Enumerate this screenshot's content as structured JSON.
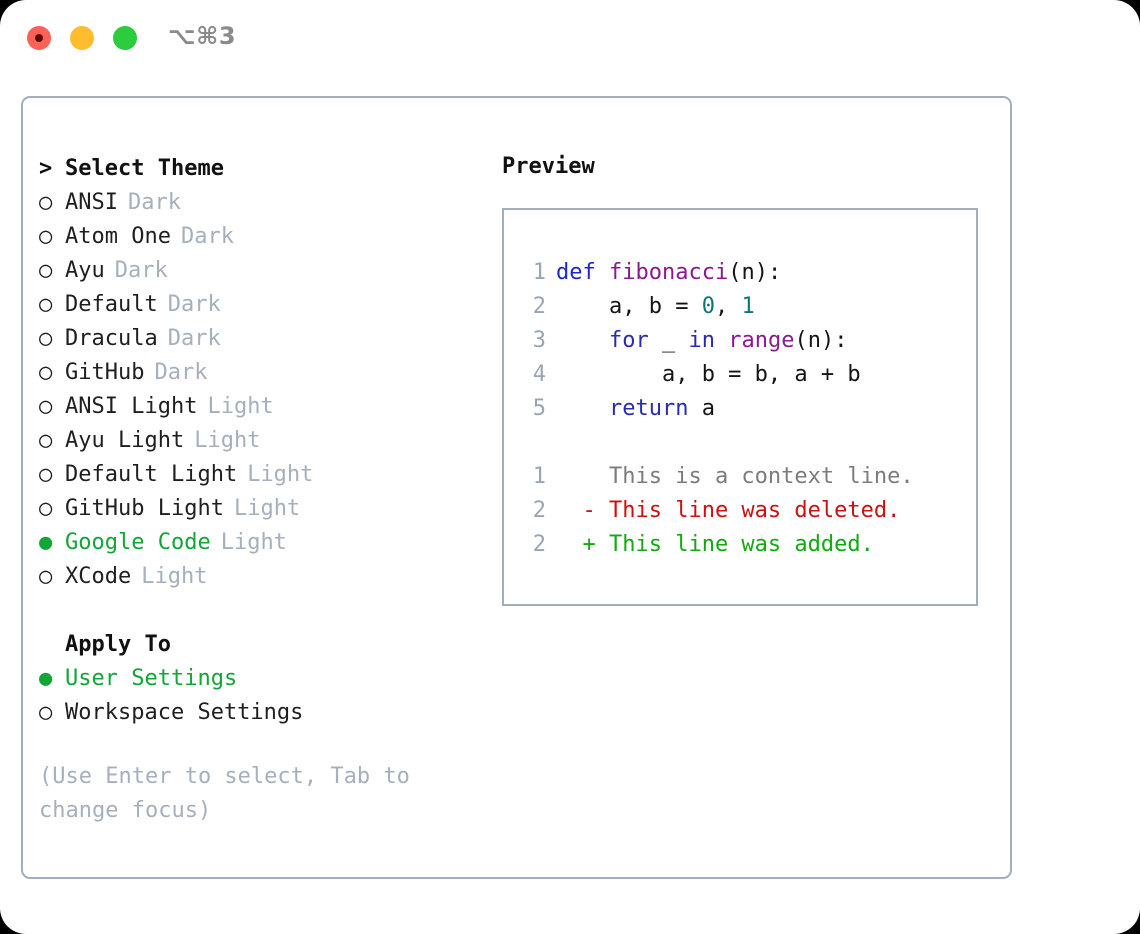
{
  "titlebar": {
    "shortcut": "⌥⌘3",
    "lights": [
      {
        "name": "close",
        "color": "#ff6058"
      },
      {
        "name": "minimize",
        "color": "#ffbd2e"
      },
      {
        "name": "maximize",
        "color": "#2bcc3e"
      }
    ]
  },
  "theme_picker": {
    "caret": ">",
    "header": "Select Theme",
    "bullet_unselected": "○",
    "bullet_selected": "●",
    "items": [
      {
        "label": "ANSI",
        "tag": "Dark",
        "selected": false
      },
      {
        "label": "Atom One",
        "tag": "Dark",
        "selected": false
      },
      {
        "label": "Ayu",
        "tag": "Dark",
        "selected": false
      },
      {
        "label": "Default",
        "tag": "Dark",
        "selected": false
      },
      {
        "label": "Dracula",
        "tag": "Dark",
        "selected": false
      },
      {
        "label": "GitHub",
        "tag": "Dark",
        "selected": false
      },
      {
        "label": "ANSI Light",
        "tag": "Light",
        "selected": false
      },
      {
        "label": "Ayu Light",
        "tag": "Light",
        "selected": false
      },
      {
        "label": "Default Light",
        "tag": "Light",
        "selected": false
      },
      {
        "label": "GitHub Light",
        "tag": "Light",
        "selected": false
      },
      {
        "label": "Google Code",
        "tag": "Light",
        "selected": true
      },
      {
        "label": "XCode",
        "tag": "Light",
        "selected": false
      }
    ]
  },
  "apply_to": {
    "header": "Apply To",
    "items": [
      {
        "label": "User Settings",
        "selected": true
      },
      {
        "label": "Workspace Settings",
        "selected": false
      }
    ]
  },
  "hint": "(Use Enter to select, Tab to change focus)",
  "preview": {
    "title": "Preview",
    "code_lines": [
      {
        "no": "1",
        "tokens": [
          {
            "t": "def",
            "c": "kw"
          },
          {
            "t": " ",
            "c": "plain"
          },
          {
            "t": "fibonacci",
            "c": "fn"
          },
          {
            "t": "(n):",
            "c": "punct"
          }
        ]
      },
      {
        "no": "2",
        "tokens": [
          {
            "t": "    a, b = ",
            "c": "plain"
          },
          {
            "t": "0",
            "c": "num"
          },
          {
            "t": ", ",
            "c": "plain"
          },
          {
            "t": "1",
            "c": "num"
          }
        ]
      },
      {
        "no": "3",
        "tokens": [
          {
            "t": "    ",
            "c": "plain"
          },
          {
            "t": "for",
            "c": "kw2"
          },
          {
            "t": " _ ",
            "c": "plain"
          },
          {
            "t": "in",
            "c": "kw2"
          },
          {
            "t": " ",
            "c": "plain"
          },
          {
            "t": "range",
            "c": "fn"
          },
          {
            "t": "(n):",
            "c": "punct"
          }
        ]
      },
      {
        "no": "4",
        "tokens": [
          {
            "t": "        a, b = b, a + b",
            "c": "plain"
          }
        ]
      },
      {
        "no": "5",
        "tokens": [
          {
            "t": "    ",
            "c": "plain"
          },
          {
            "t": "return",
            "c": "kw2"
          },
          {
            "t": " a",
            "c": "plain"
          }
        ]
      }
    ],
    "diff_lines": [
      {
        "no": "1",
        "marker": " ",
        "text": "This is a context line.",
        "kind": "ctx"
      },
      {
        "no": "2",
        "marker": "-",
        "text": "This line was deleted.",
        "kind": "del"
      },
      {
        "no": "2",
        "marker": "+",
        "text": "This line was added.",
        "kind": "add"
      }
    ]
  },
  "colors": {
    "green_selected": "#13a538",
    "muted_tag": "#a6b0bd",
    "border": "#a2aebc",
    "diff_add": "#11aa11",
    "diff_del": "#cc1111",
    "diff_ctx": "#7c7c7c",
    "kw": "#1d28c8",
    "fn": "#8c1a8c",
    "num": "#0d7777"
  }
}
